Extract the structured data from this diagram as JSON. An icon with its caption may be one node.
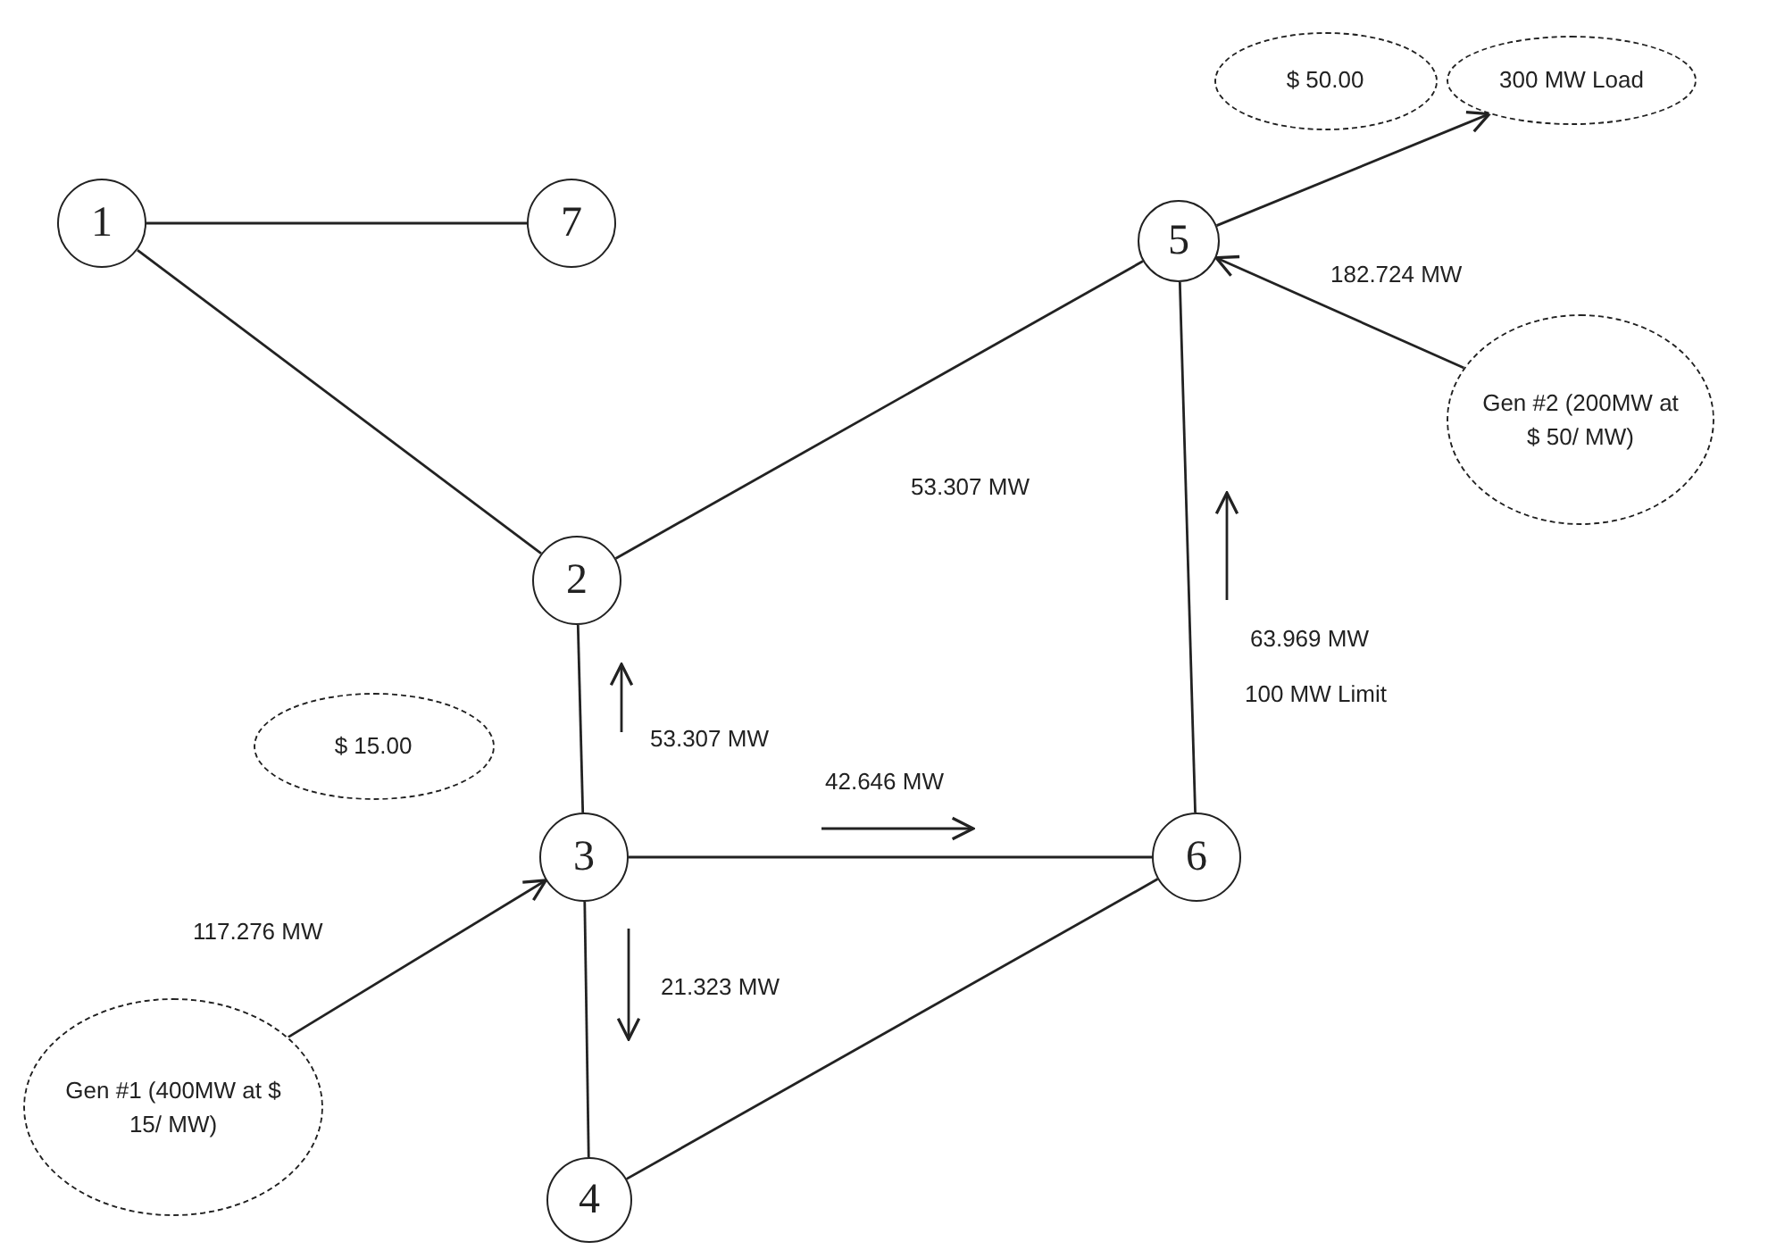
{
  "diagram": {
    "nodes": [
      {
        "text": [
          "1"
        ]
      },
      {
        "text": [
          "7"
        ]
      },
      {
        "text": [
          "5"
        ]
      },
      {
        "text": [
          "2"
        ]
      },
      {
        "text": [
          "3"
        ]
      },
      {
        "text": [
          "6"
        ]
      },
      {
        "text": [
          "4"
        ]
      },
      {
        "text": [
          "$ 50.00"
        ]
      },
      {
        "text": [
          "300 MW Load"
        ]
      },
      {
        "text": [
          "Gen #2 (200MW at $ 50/ MW)"
        ]
      },
      {
        "text": [
          "$ 15.00"
        ]
      },
      {
        "text": [
          "Gen #1 (400MW at $ 15/ MW)"
        ]
      }
    ],
    "edges": [
      {
        "from": 0,
        "to": 1,
        "arrow": "none"
      },
      {
        "from": 0,
        "to": 3,
        "arrow": "none"
      },
      {
        "from": 3,
        "to": 2,
        "arrow": "none"
      },
      {
        "from": 3,
        "to": 4,
        "arrow": "none"
      },
      {
        "from": 4,
        "to": 5,
        "arrow": "none"
      },
      {
        "from": 4,
        "to": 6,
        "arrow": "none"
      },
      {
        "from": 6,
        "to": 5,
        "arrow": "none"
      },
      {
        "from": 5,
        "to": 2,
        "arrow": "none"
      },
      {
        "from": 2,
        "to": 8,
        "arrow": "to"
      },
      {
        "from": 9,
        "to": 2,
        "arrow": "to",
        "label": "182.724 MW"
      },
      {
        "from": 11,
        "to": 4,
        "arrow": "to",
        "label": "117.276 MW"
      }
    ],
    "labels": [
      "53.307 MW",
      "63.969 MW",
      "100 MW Limit",
      "53.307 MW",
      "42.646 MW",
      "21.323 MW"
    ]
  }
}
